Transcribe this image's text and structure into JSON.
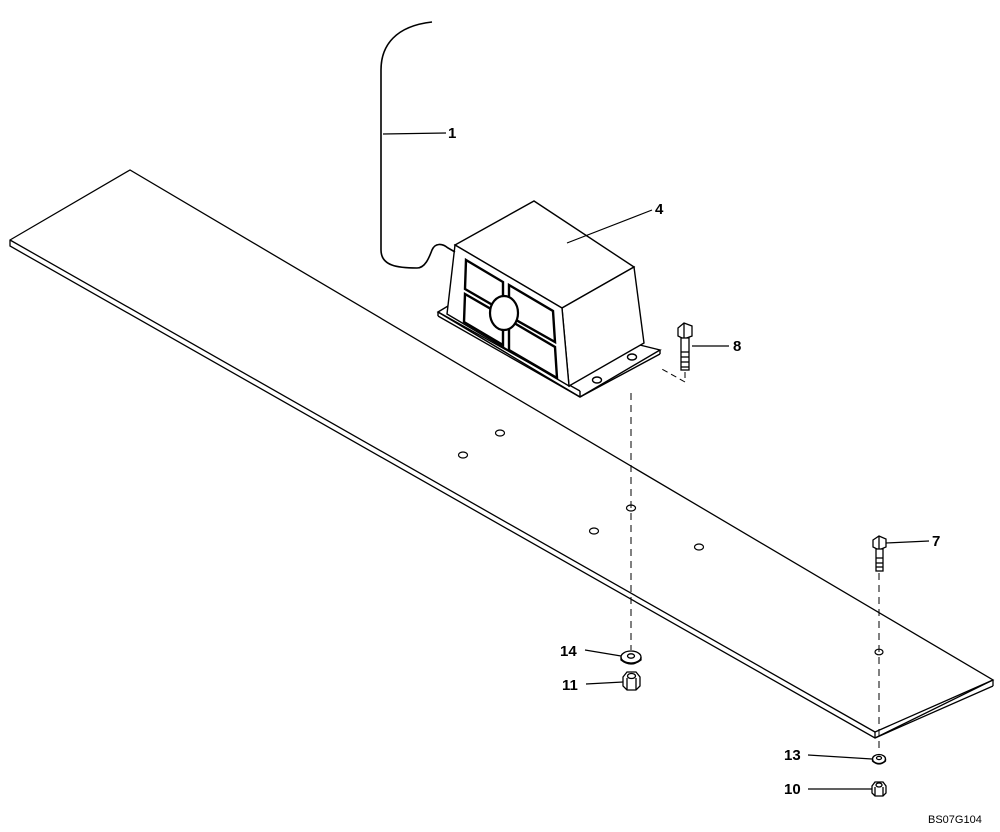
{
  "callouts": {
    "c1": "1",
    "c4": "4",
    "c8": "8",
    "c7": "7",
    "c14": "14",
    "c11": "11",
    "c13": "13",
    "c10": "10"
  },
  "figure_code": "BS07G104",
  "colors": {
    "ink": "#000000",
    "paper": "#ffffff"
  }
}
